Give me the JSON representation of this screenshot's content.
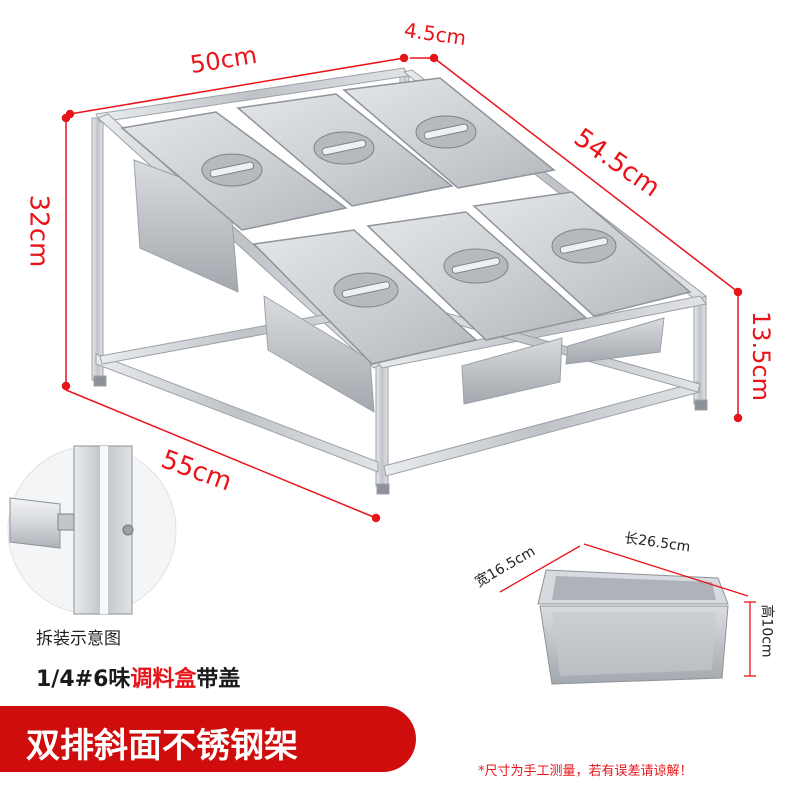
{
  "dimensions": {
    "width_top": "50cm",
    "side_frame": "4.5cm",
    "depth_top": "54.5cm",
    "height": "32cm",
    "front_height": "13.5cm",
    "width_bottom": "55cm"
  },
  "pan_dimensions": {
    "width": "宽16.5cm",
    "length": "长26.5cm",
    "height": "高10cm"
  },
  "detail_caption": "拆装示意图",
  "subtitle": {
    "part1": "1/4#6味",
    "part2": "调料盒",
    "part3": "带盖"
  },
  "banner": {
    "part1": "双排斜面",
    "part2": "不锈钢架"
  },
  "note": "*尺寸为手工测量，若有误差请谅解！",
  "colors": {
    "accent": "#e8141a",
    "banner": "#cf0d0d",
    "steel": "#c9cdd2"
  }
}
